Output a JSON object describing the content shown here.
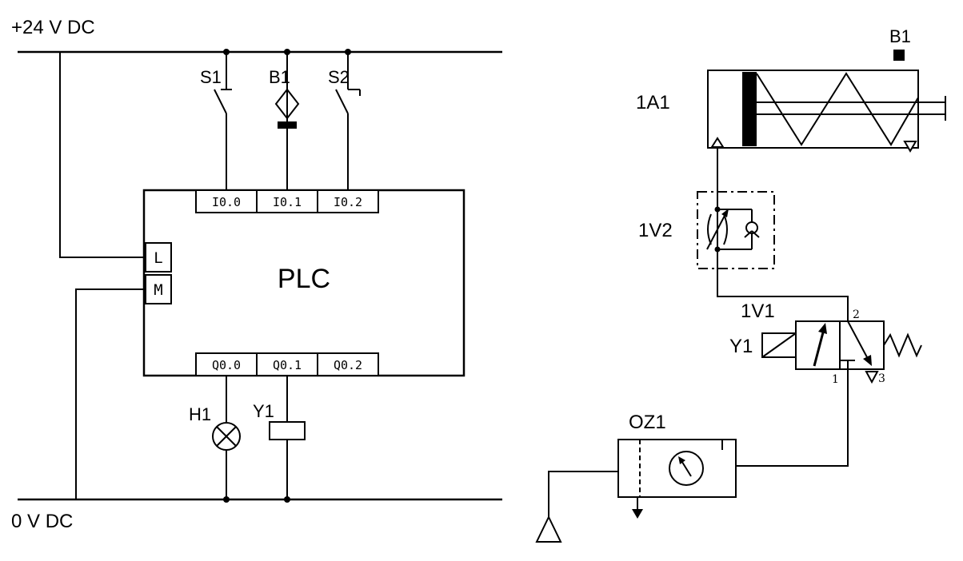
{
  "electrical": {
    "supply_rail_top": "+24 V DC",
    "supply_rail_bottom": "0 V DC",
    "input_devices": [
      {
        "id": "S1",
        "type": "normally-open-pushbutton"
      },
      {
        "id": "B1",
        "type": "magnetic-proximity-switch"
      },
      {
        "id": "S2",
        "type": "normally-closed-pushbutton"
      }
    ],
    "plc": {
      "label": "PLC",
      "input_terminals": [
        "I0.0",
        "I0.1",
        "I0.2"
      ],
      "power_terminals": [
        "L",
        "M"
      ],
      "output_terminals": [
        "Q0.0",
        "Q0.1",
        "Q0.2"
      ]
    },
    "output_devices": [
      {
        "id": "H1",
        "type": "indicator-lamp"
      },
      {
        "id": "Y1",
        "type": "solenoid-coil"
      }
    ]
  },
  "pneumatic": {
    "cylinder": {
      "id": "1A1",
      "type": "single-acting-cylinder-spring-return",
      "sensor": {
        "id": "B1"
      }
    },
    "flow_control_valve": {
      "id": "1V2",
      "type": "one-way-flow-control"
    },
    "directional_valve": {
      "id": "1V1",
      "type": "3-2-way-solenoid-valve-spring-return",
      "solenoid": {
        "id": "Y1"
      },
      "port_labels": {
        "outlet": "2",
        "supply": "1",
        "exhaust": "3"
      }
    },
    "air_service_unit": {
      "id": "OZ1"
    }
  }
}
